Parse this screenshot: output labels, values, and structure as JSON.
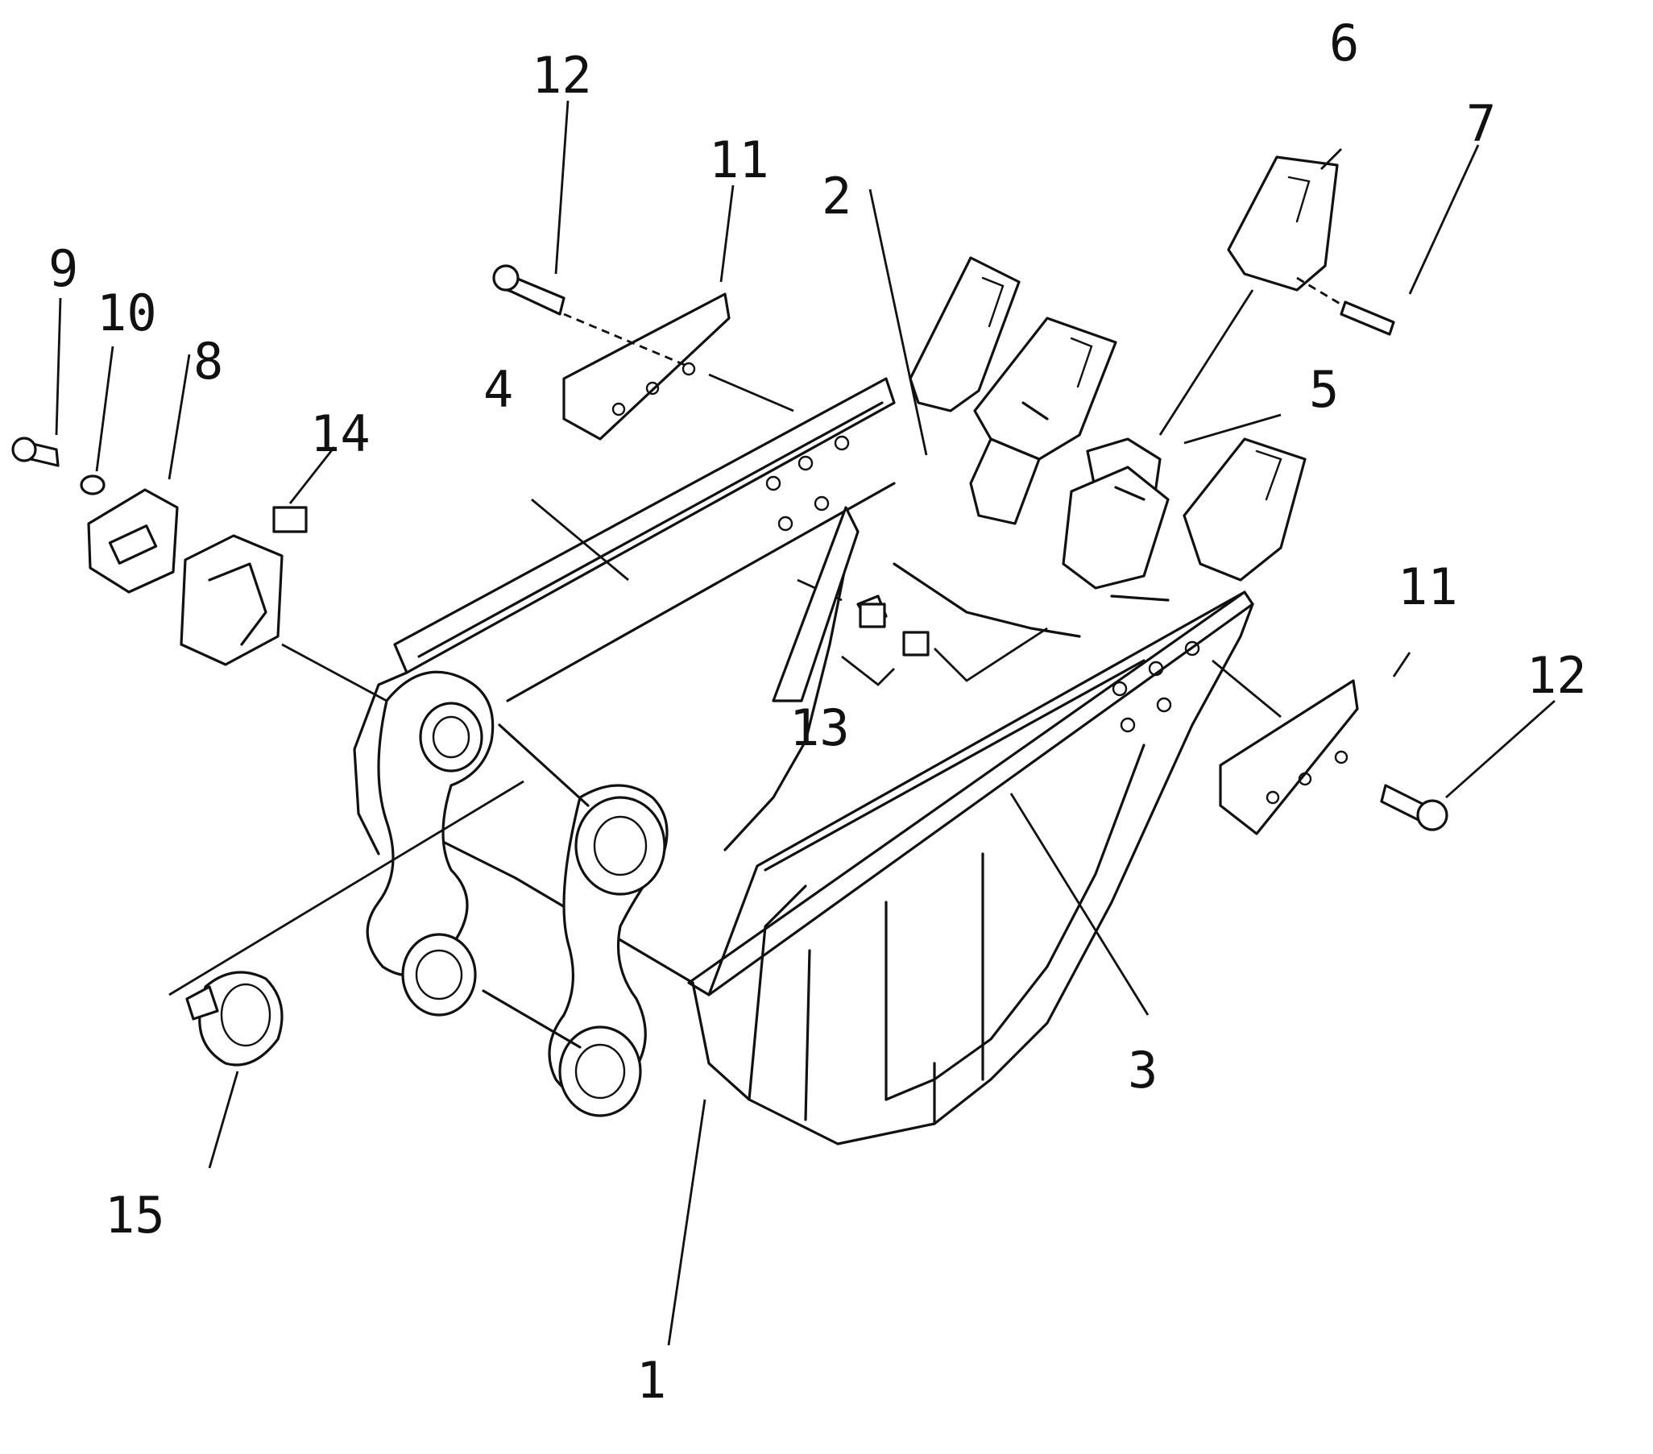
{
  "callouts": {
    "c1": "1",
    "c2": "2",
    "c3": "3",
    "c4": "4",
    "c5": "5",
    "c6": "6",
    "c7": "7",
    "c8": "8",
    "c9": "9",
    "c10": "10",
    "c11_left": "11",
    "c11_right": "11",
    "c12_left": "12",
    "c12_right": "12",
    "c13": "13",
    "c14": "14",
    "c15": "15"
  }
}
